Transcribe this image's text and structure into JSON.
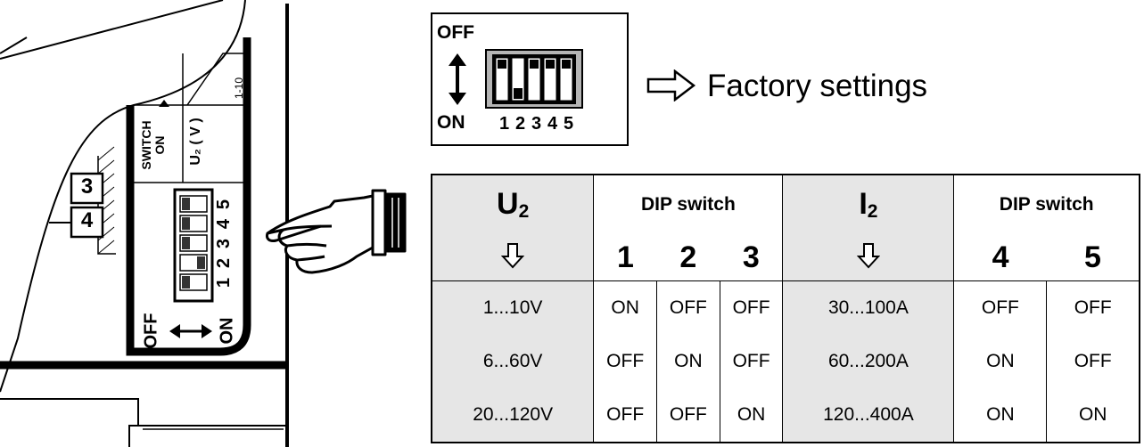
{
  "factory_box": {
    "off_label": "OFF",
    "on_label": "ON",
    "switch_numbers": [
      "1",
      "2",
      "3",
      "4",
      "5"
    ],
    "factory_label": "Factory settings"
  },
  "device": {
    "block_3": "3",
    "block_4": "4",
    "switch_on_label": "SWITCH ON",
    "u2_label": "U₂ ( V )",
    "range_label": "1-10",
    "switch_numbers": [
      "1",
      "2",
      "3",
      "4",
      "5"
    ],
    "off_label": "OFF",
    "on_label": "ON"
  },
  "table": {
    "u2_header": "U",
    "u2_sub": "2",
    "i2_header": "I",
    "i2_sub": "2",
    "dip_left": "DIP switch",
    "dip_right": "DIP switch",
    "switch_cols_left": [
      "1",
      "2",
      "3"
    ],
    "switch_cols_right": [
      "4",
      "5"
    ],
    "rows": [
      {
        "u2": "1...10V",
        "s1": "ON",
        "s2": "OFF",
        "s3": "OFF",
        "i2": "30...100A",
        "s4": "OFF",
        "s5": "OFF"
      },
      {
        "u2": "6...60V",
        "s1": "OFF",
        "s2": "ON",
        "s3": "OFF",
        "i2": "60...200A",
        "s4": "ON",
        "s5": "OFF"
      },
      {
        "u2": "20...120V",
        "s1": "OFF",
        "s2": "OFF",
        "s3": "ON",
        "i2": "120...400A",
        "s4": "ON",
        "s5": "ON"
      }
    ]
  }
}
